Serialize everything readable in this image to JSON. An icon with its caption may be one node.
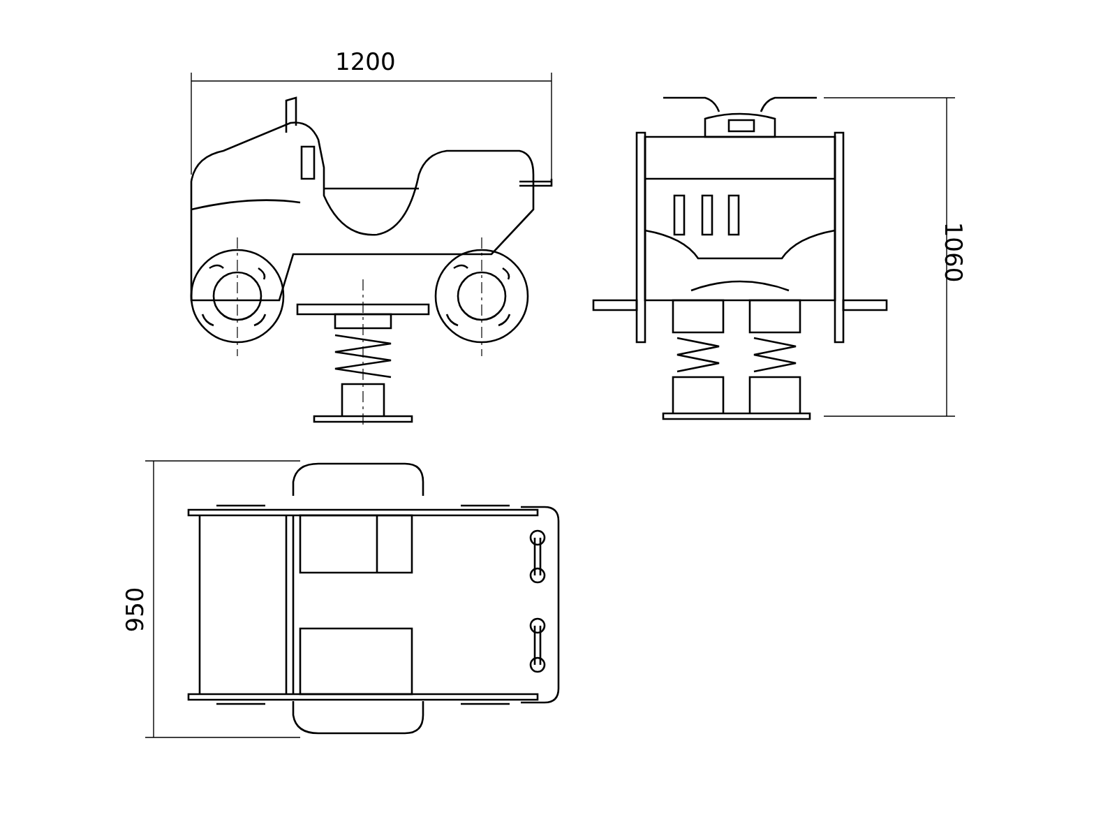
{
  "diagram": {
    "labels": [
      "1200",
      "1060",
      "950"
    ]
  }
}
